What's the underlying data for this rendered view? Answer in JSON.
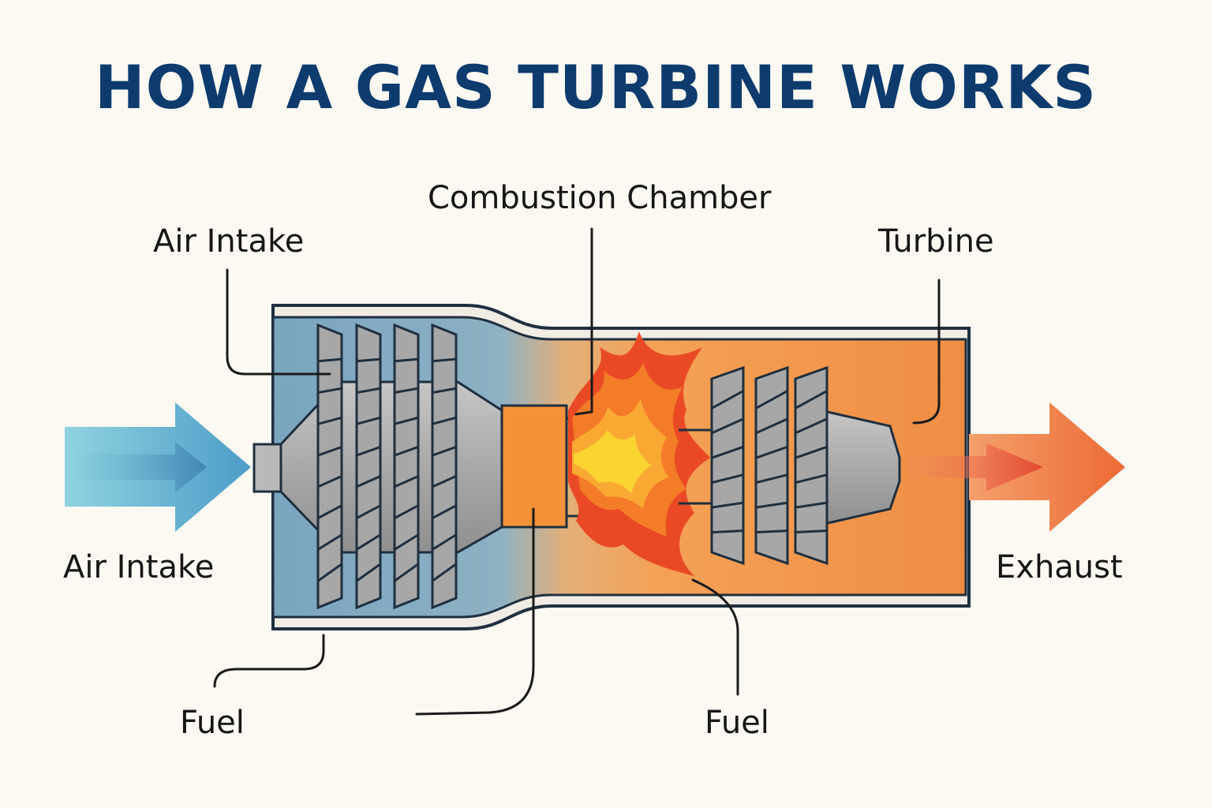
{
  "title": "HOW A GAS TURBINE WORKS",
  "labels": {
    "air_intake_top": "Air Intake",
    "combustion_chamber": "Combustion Chamber",
    "turbine": "Turbine",
    "air_intake_left": "Air Intake",
    "exhaust": "Exhaust",
    "fuel_left": "Fuel",
    "fuel_right": "Fuel"
  },
  "colors": {
    "title": "#0d3b6e",
    "intake_air": "#6fbad6",
    "compressor_body": "#7ea6bf",
    "hot_section": "#f2a055",
    "exhaust_arrow": "#e4523a",
    "blade": "#a5a5a5",
    "flame_outer": "#e94a25",
    "flame_inner": "#fbd432",
    "outline": "#1f2f3f"
  }
}
